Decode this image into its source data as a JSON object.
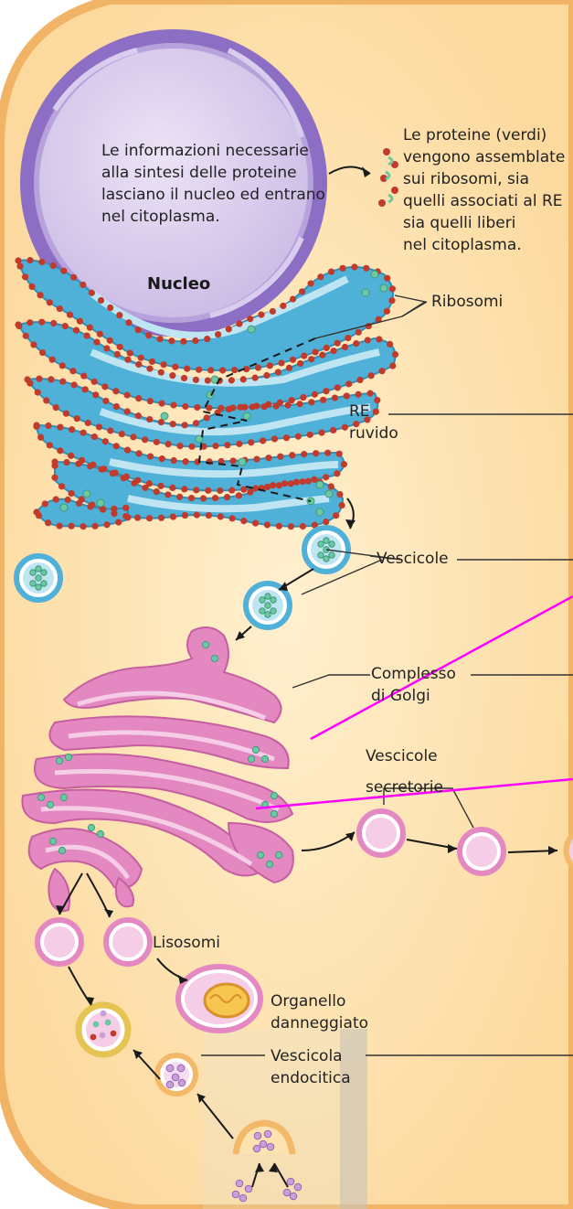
{
  "labels": {
    "nucleus_info": [
      "Le informazioni necessarie",
      "alla sintesi delle proteine",
      "lasciano il nucleo ed entrano",
      "nel citoplasma."
    ],
    "nucleus": "Nucleo",
    "proteins": [
      "Le proteine (verdi)",
      "vengono assemblate",
      "sui ribosomi, sia",
      "quelli associati al RE",
      "sia quelli liberi",
      "nel citoplasma."
    ],
    "ribosomes": "Ribosomi",
    "rough_er": [
      "RE",
      "ruvido"
    ],
    "vesicles": "Vescicole",
    "golgi": [
      "Complesso",
      "di Golgi"
    ],
    "secretory_vesicles": [
      "Vescicole",
      "secretorie"
    ],
    "lysosomes": "Lisosomi",
    "damaged_organelle": [
      "Organello",
      "danneggiato"
    ],
    "endocytic_vesicle": [
      "Vescicola",
      "endocitica"
    ]
  },
  "colors": {
    "cytoplasm": "#fde3b0",
    "membrane": "#f3b969",
    "nucleus": "#a98ed0",
    "nucleus_rim": "#7f64b5",
    "er": "#5db6da",
    "er_light": "#bfe5f3",
    "ribosome": "#c23a2c",
    "protein": "#6cc7a3",
    "golgi": "#e488c2",
    "golgi_light": "#f6cde6",
    "endocytic": "#c8a0d8",
    "annotation": "#ff00ff"
  }
}
